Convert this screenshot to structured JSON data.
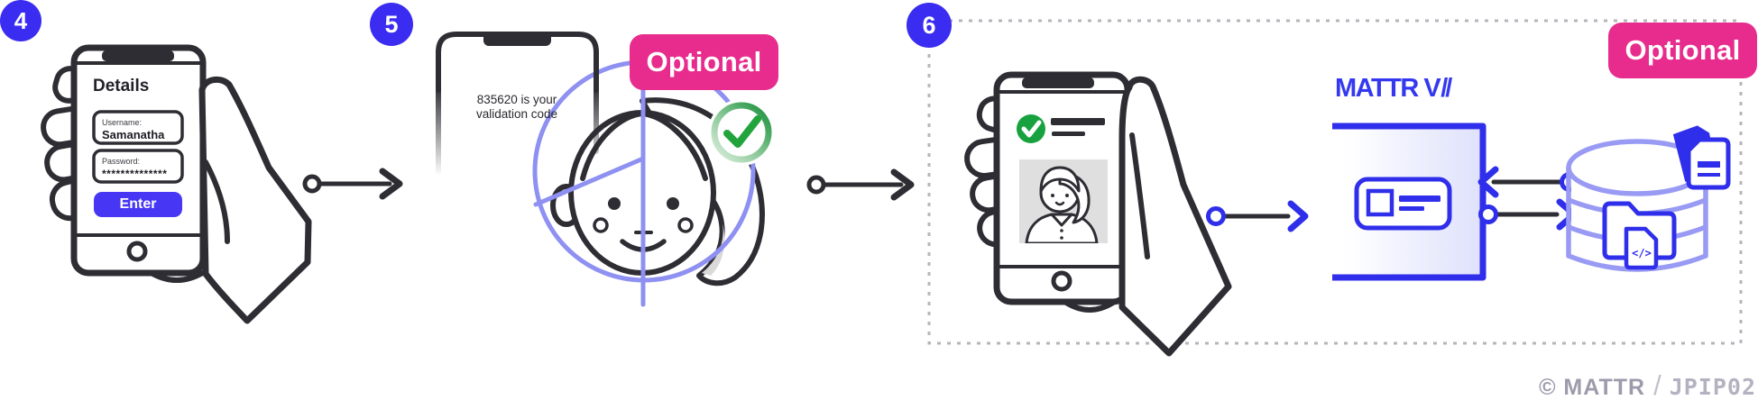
{
  "step4": {
    "number": "4",
    "screen": {
      "title": "Details",
      "username_label": "Username:",
      "username_value": "Samanatha",
      "password_label": "Password:",
      "password_value": "**************",
      "enter_button": "Enter"
    }
  },
  "step5": {
    "number": "5",
    "badge": "Optional",
    "sms_line1": "835620 is your",
    "sms_line2": "validation code"
  },
  "step6": {
    "number": "6",
    "badge": "Optional",
    "logo_text": "MATTR V",
    "logo_slashes": "//",
    "code_doc_glyph": "</>"
  },
  "footer": {
    "copyright": "© MATTR",
    "separator": "/",
    "code": "JPIP02"
  },
  "icons": {
    "green_check": "checkmark-circle",
    "face_scan": "face-scan-reticle",
    "database": "database-cylinder",
    "folder": "folder",
    "document": "document",
    "card": "id-card"
  },
  "colors": {
    "brand_blue": "#3a2cf0",
    "icon_blue": "#2f2eea",
    "periwinkle": "#8e90f2",
    "pink": "#e72c8d",
    "green": "#1da23c",
    "dark_outline": "#2e2d33",
    "dash_gray": "#b7b4bb"
  }
}
